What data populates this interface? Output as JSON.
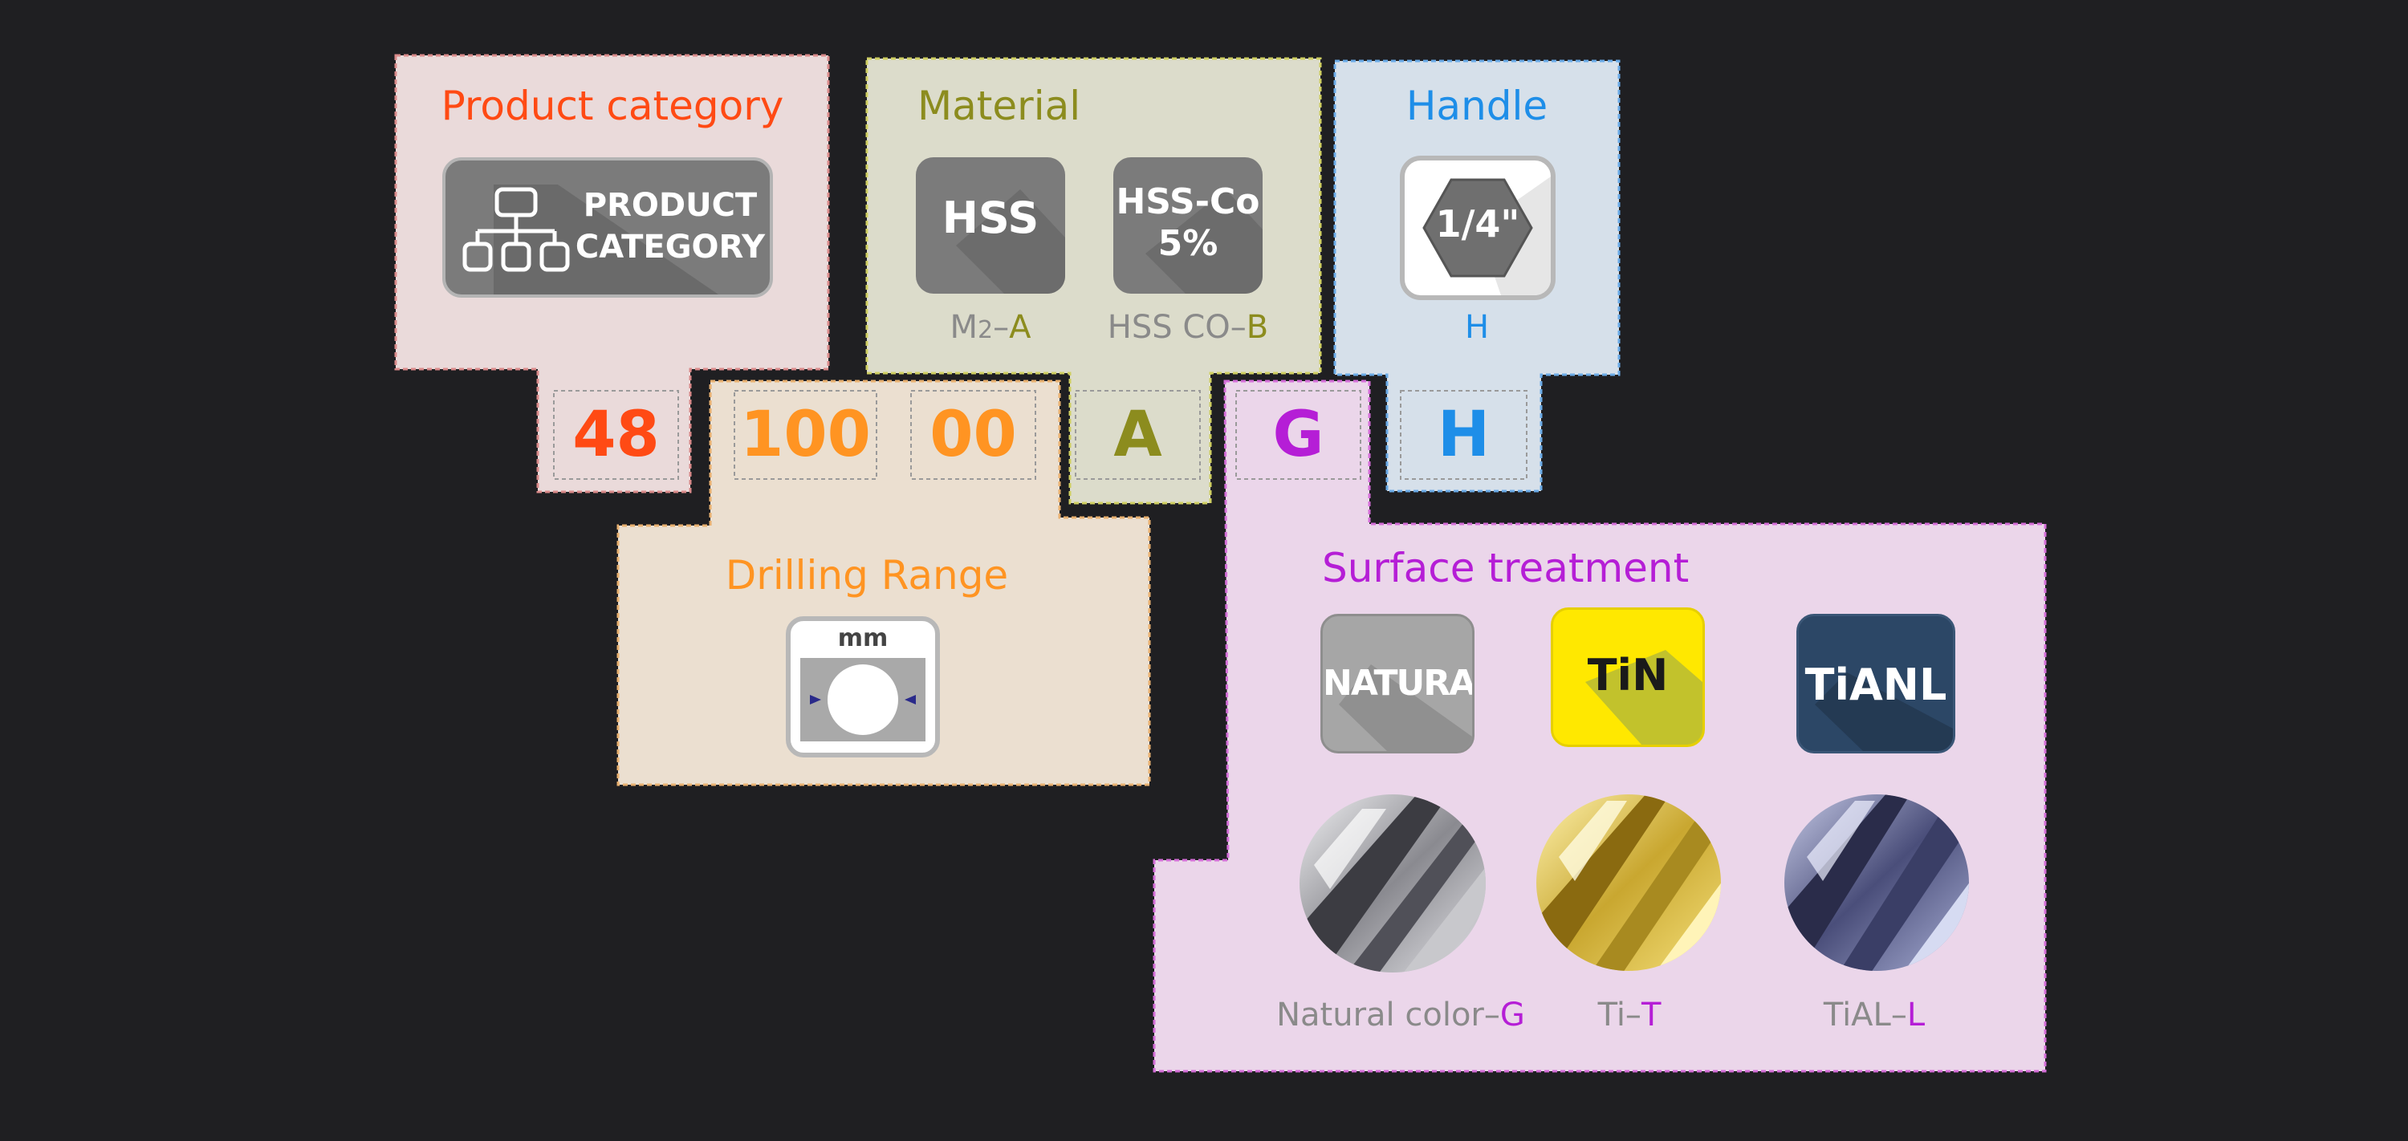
{
  "colors": {
    "background": "#1f1f22",
    "category": "#ff4a14",
    "drilling": "#ff9422",
    "material": "#8c8c1e",
    "handle": "#1e8ee8",
    "surface": "#b51ed6",
    "caption": "#8a8a8a"
  },
  "codes": {
    "category": "48",
    "range_a": "100",
    "range_b": "00",
    "material": "A",
    "surface": "G",
    "handle": "H"
  },
  "product_category": {
    "title": "Product category",
    "badge_line1": "PRODUCT",
    "badge_line2": "CATEGORY",
    "icon": "org-chart-icon"
  },
  "material": {
    "title": "Material",
    "hss": {
      "badge": "HSS",
      "caption_main": "M",
      "caption_small": "2",
      "caption_dash": "–",
      "caption_code": "A"
    },
    "hssco": {
      "badge_line1": "HSS-Co",
      "badge_line2": "5%",
      "caption_main": "HSS CO–",
      "caption_code": "B"
    }
  },
  "handle": {
    "title": "Handle",
    "badge": "1/4\"",
    "icon": "hex-shank-icon",
    "caption": "H"
  },
  "drilling_range": {
    "title": "Drilling Range",
    "unit": "mm",
    "icon": "diameter-icon"
  },
  "surface": {
    "title": "Surface treatment",
    "badges": {
      "natural": "NATURAL",
      "tin": "TiN",
      "tianl": "TiANL"
    },
    "natural": {
      "caption_main": "Natural color–",
      "caption_code": "G",
      "photo": "natural-drill-photo-icon"
    },
    "ti": {
      "caption_main": "Ti–",
      "caption_code": "T",
      "photo": "tin-drill-photo-icon"
    },
    "tial": {
      "caption_main": "TiAL–",
      "caption_code": "L",
      "photo": "tial-drill-photo-icon"
    }
  }
}
